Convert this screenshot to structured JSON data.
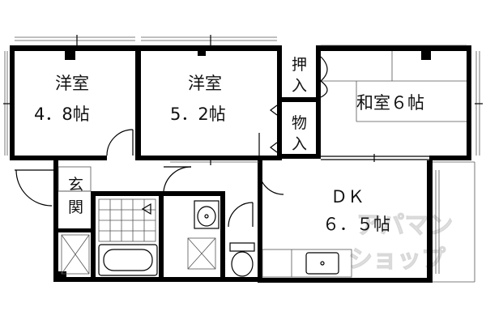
{
  "rooms": {
    "western_1": {
      "name": "洋室",
      "size": "4．8帖"
    },
    "western_2": {
      "name": "洋室",
      "size": "5．2帖"
    },
    "japanese": {
      "label": "和室６帖"
    },
    "dk": {
      "name": "ＤＫ",
      "size": "６．５帖"
    }
  },
  "storage": {
    "oshiire": [
      "押",
      "入"
    ],
    "mono": [
      "物",
      "入"
    ]
  },
  "entrance": [
    "玄",
    "関"
  ],
  "watermark": [
    "アパマン",
    "ショップ"
  ],
  "colors": {
    "wall": "#000000",
    "line": "#000000",
    "background": "#ffffff",
    "watermark": "#e0e0e0"
  },
  "icons": [
    "bathtub-icon",
    "sink-icon",
    "toilet-icon",
    "washbasin-icon",
    "washer-pan-icon",
    "kitchen-sink-icon",
    "pillar-icon"
  ]
}
